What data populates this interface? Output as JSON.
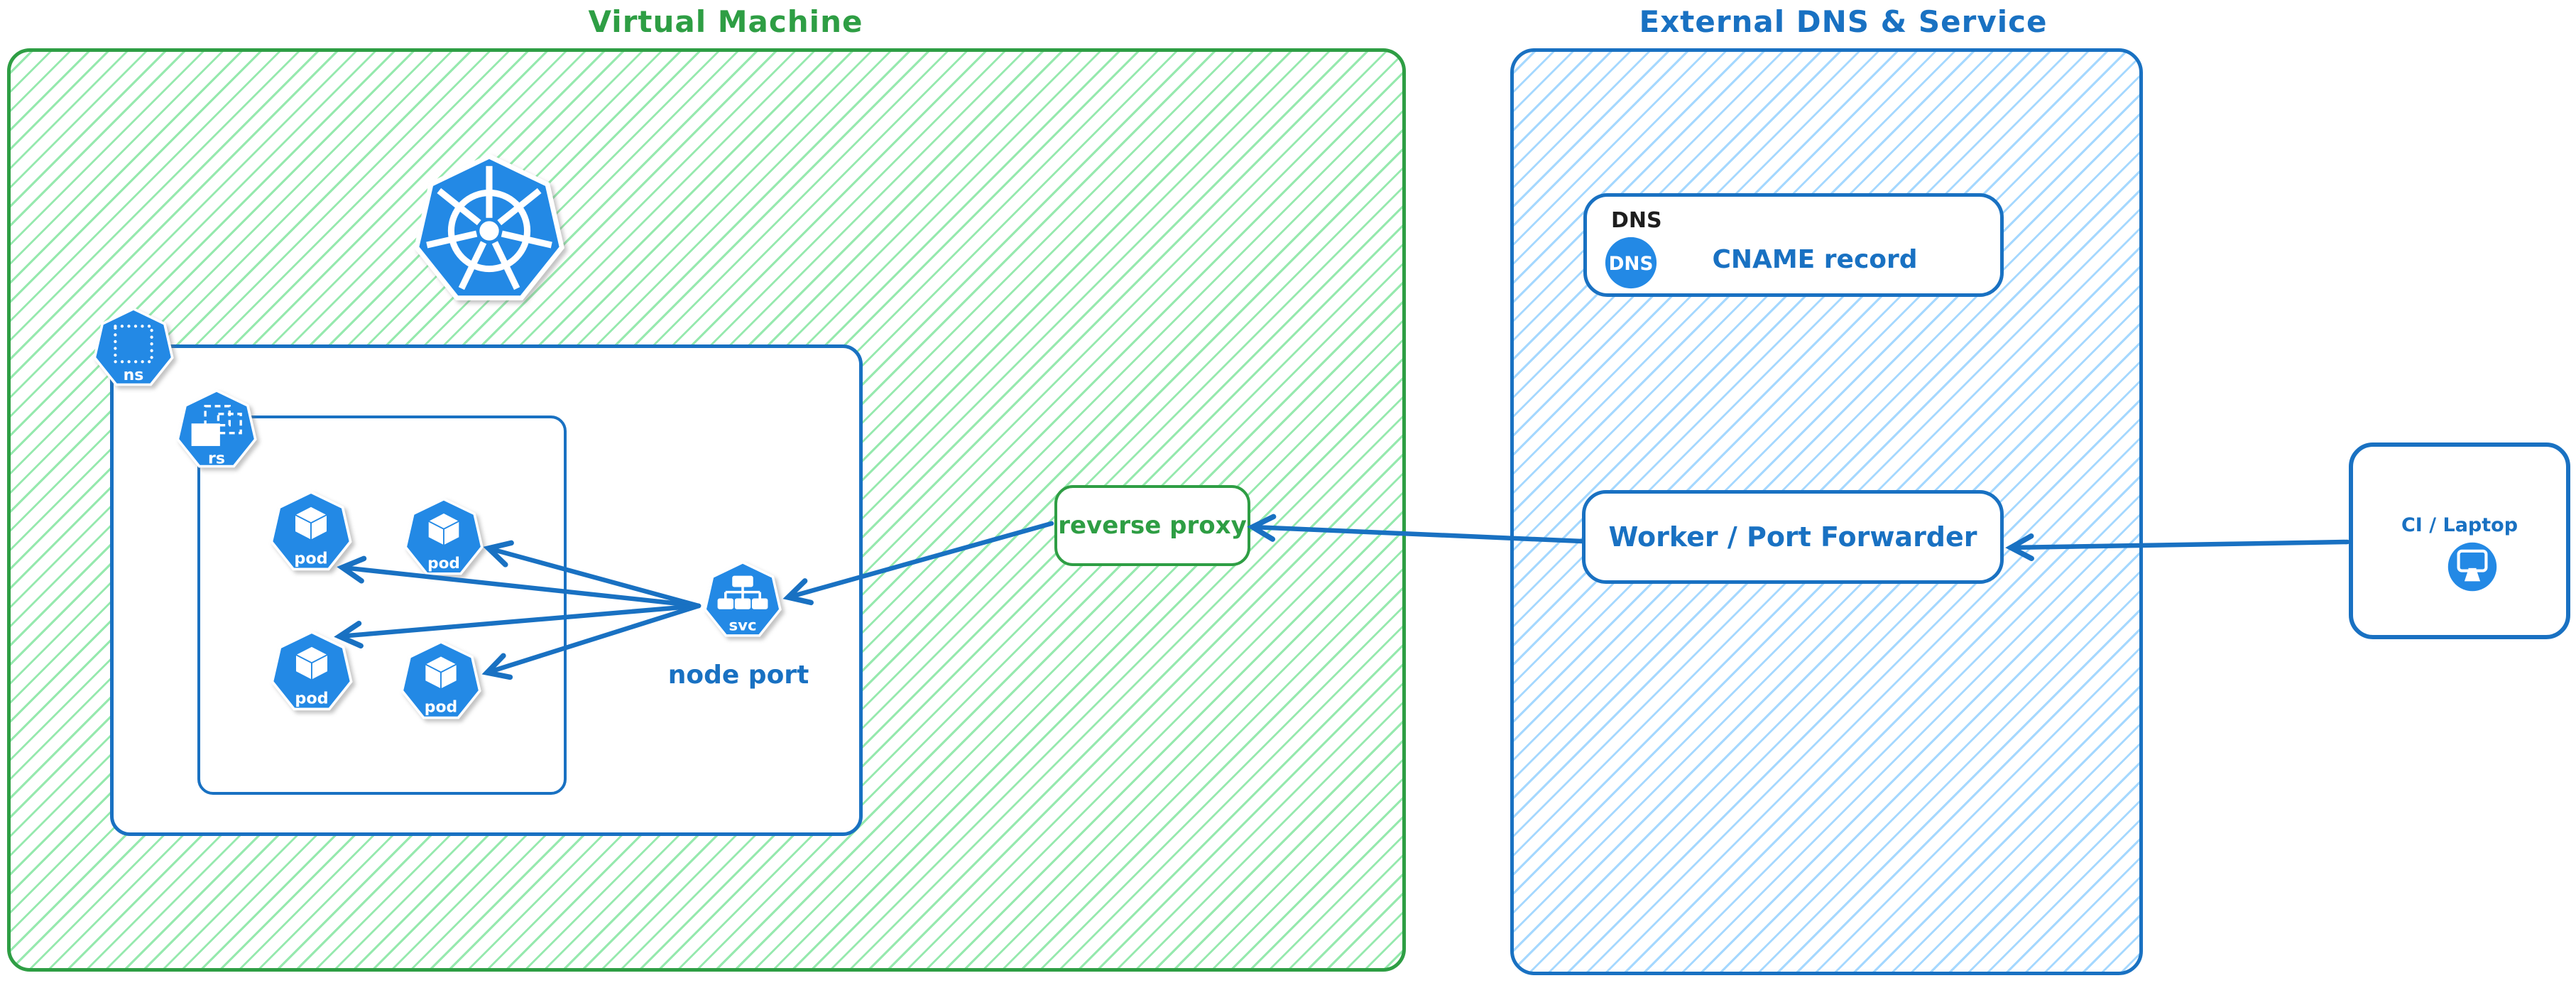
{
  "sections": {
    "vm": {
      "title": "Virtual Machine"
    },
    "external": {
      "title": "External DNS & Service"
    }
  },
  "nodes": {
    "namespace_icon": {
      "label": "ns"
    },
    "replicaset_icon": {
      "label": "rs"
    },
    "pod_icon_label": "pod",
    "service_icon_label": "svc",
    "node_port_caption": "node port",
    "reverse_proxy": {
      "label": "reverse proxy"
    },
    "dns_record": {
      "tag": "DNS",
      "icon_text": "DNS",
      "label": "CNAME record"
    },
    "worker": {
      "label": "Worker / Port Forwarder"
    },
    "ci_laptop": {
      "label": "CI / Laptop"
    }
  },
  "icons": [
    "kubernetes-logo-icon",
    "namespace-icon",
    "replicaset-icon",
    "pod-icon",
    "service-icon",
    "dns-icon",
    "desktop-monitor-icon"
  ],
  "connections": [
    {
      "from": "ci-laptop",
      "to": "worker-port-forwarder"
    },
    {
      "from": "worker-port-forwarder",
      "to": "reverse-proxy"
    },
    {
      "from": "reverse-proxy",
      "to": "node-port-service"
    },
    {
      "from": "node-port-service",
      "to": "pod-1"
    },
    {
      "from": "node-port-service",
      "to": "pod-2"
    },
    {
      "from": "node-port-service",
      "to": "pod-3"
    },
    {
      "from": "node-port-service",
      "to": "pod-4"
    }
  ],
  "colors": {
    "green": "#2e9e44",
    "green_hatch": "#96e9ae",
    "blue": "#1971c2",
    "blue_hatch": "#a5d8ff",
    "icon_blue": "#2389e5",
    "dns_tag_black": "#1e1e1e"
  }
}
